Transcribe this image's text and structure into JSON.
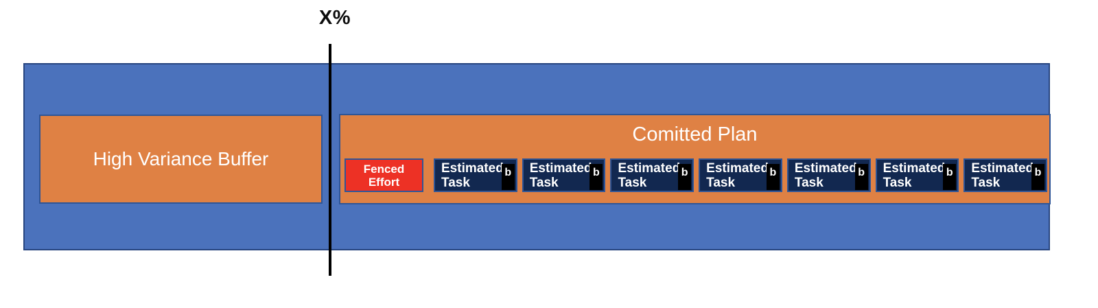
{
  "annotation": {
    "x_label": "X%"
  },
  "colors": {
    "blue": "#4B72BC",
    "blue_border": "#27457F",
    "orange": "#DF8144",
    "orange_border": "#2E5597",
    "red": "#ED3125",
    "navy": "#122850",
    "navy_border": "#2E5597",
    "line": "#000000",
    "text_light": "#FFFFFF",
    "text_dark": "#0D0D0D"
  },
  "buffer": {
    "label": "High Variance Buffer"
  },
  "plan": {
    "title": "Comitted Plan",
    "fenced": {
      "line1": "Fenced",
      "line2": "Effort"
    },
    "tasks": [
      {
        "line1": "Estimated",
        "line2": "Task",
        "badge": "b"
      },
      {
        "line1": "Estimated",
        "line2": "Task",
        "badge": "b"
      },
      {
        "line1": "Estimated",
        "line2": "Task",
        "badge": "b"
      },
      {
        "line1": "Estimated",
        "line2": "Task",
        "badge": "b"
      },
      {
        "line1": "Estimated",
        "line2": "Task",
        "badge": "b"
      },
      {
        "line1": "Estimated",
        "line2": "Task",
        "badge": "b"
      },
      {
        "line1": "Estimated",
        "line2": "Task",
        "badge": "b"
      }
    ]
  }
}
